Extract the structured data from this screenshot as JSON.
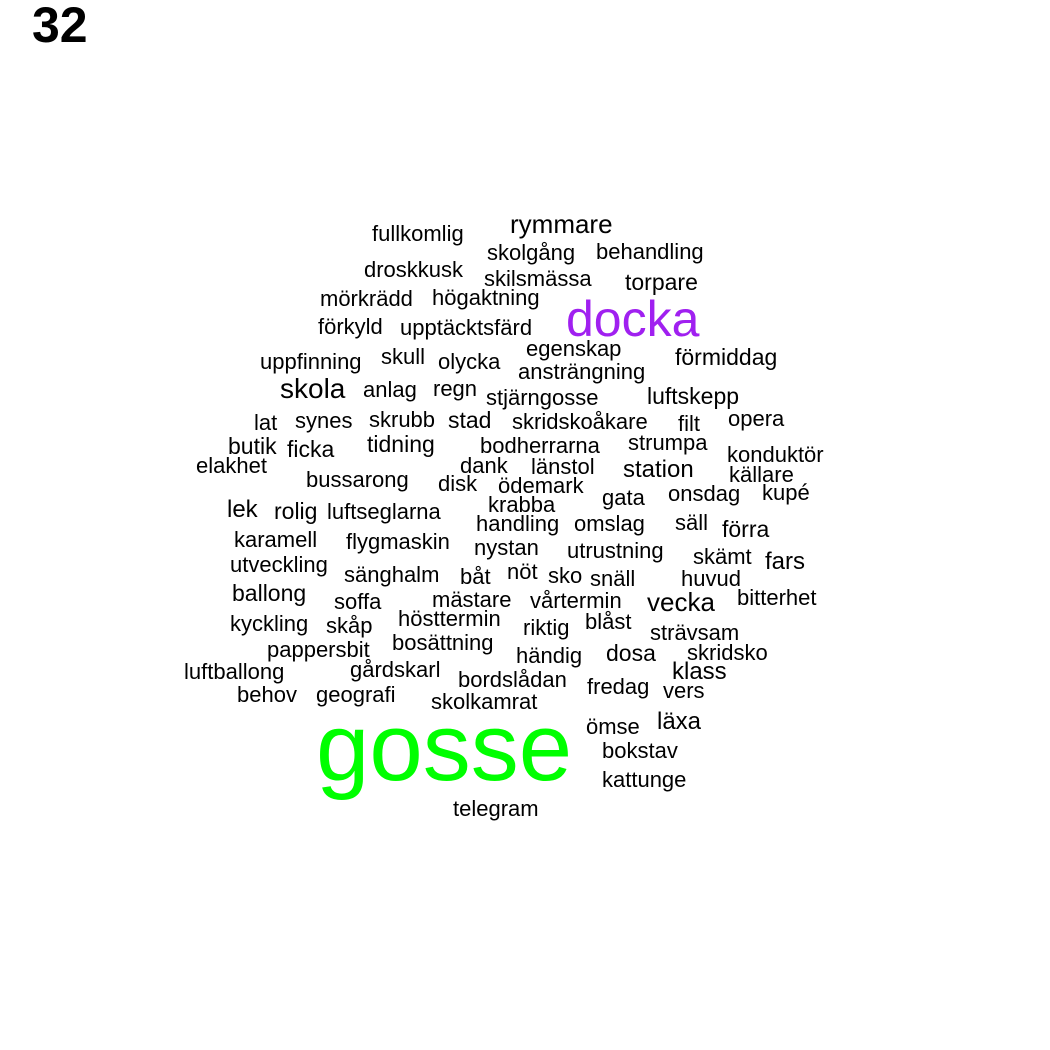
{
  "page_number": "32",
  "colors": {
    "gosse": "#00ff00",
    "docka": "#a020f0",
    "default": "#000000"
  },
  "words": [
    {
      "text": "gosse",
      "size": "largest",
      "color": "#00ff00"
    },
    {
      "text": "docka",
      "size": "large",
      "color": "#a020f0"
    },
    {
      "text": "rymmare",
      "size": "medium"
    },
    {
      "text": "fullkomlig",
      "size": "small"
    },
    {
      "text": "skolgång",
      "size": "small"
    },
    {
      "text": "behandling",
      "size": "small"
    },
    {
      "text": "droskkusk",
      "size": "small"
    },
    {
      "text": "skilsmässa",
      "size": "small"
    },
    {
      "text": "torpare",
      "size": "small"
    },
    {
      "text": "mörkrädd",
      "size": "small"
    },
    {
      "text": "högaktning",
      "size": "small"
    },
    {
      "text": "förkyld",
      "size": "small"
    },
    {
      "text": "upptäcktsfärd",
      "size": "small"
    },
    {
      "text": "egenskap",
      "size": "small"
    },
    {
      "text": "uppfinning",
      "size": "small"
    },
    {
      "text": "skull",
      "size": "small"
    },
    {
      "text": "olycka",
      "size": "small"
    },
    {
      "text": "förmiddag",
      "size": "small"
    },
    {
      "text": "ansträngning",
      "size": "small"
    },
    {
      "text": "skola",
      "size": "medium"
    },
    {
      "text": "anlag",
      "size": "small"
    },
    {
      "text": "regn",
      "size": "small"
    },
    {
      "text": "stjärngosse",
      "size": "small"
    },
    {
      "text": "luftskepp",
      "size": "small"
    },
    {
      "text": "lat",
      "size": "small"
    },
    {
      "text": "synes",
      "size": "small"
    },
    {
      "text": "skrubb",
      "size": "small"
    },
    {
      "text": "stad",
      "size": "small"
    },
    {
      "text": "skridskoåkare",
      "size": "small"
    },
    {
      "text": "filt",
      "size": "small"
    },
    {
      "text": "opera",
      "size": "small"
    },
    {
      "text": "butik",
      "size": "small"
    },
    {
      "text": "ficka",
      "size": "small"
    },
    {
      "text": "tidning",
      "size": "small"
    },
    {
      "text": "bodherrarna",
      "size": "small"
    },
    {
      "text": "strumpa",
      "size": "small"
    },
    {
      "text": "konduktör",
      "size": "small"
    },
    {
      "text": "elakhet",
      "size": "small"
    },
    {
      "text": "dank",
      "size": "small"
    },
    {
      "text": "länstol",
      "size": "small"
    },
    {
      "text": "station",
      "size": "small"
    },
    {
      "text": "källare",
      "size": "small"
    },
    {
      "text": "bussarong",
      "size": "small"
    },
    {
      "text": "disk",
      "size": "small"
    },
    {
      "text": "ödemark",
      "size": "small"
    },
    {
      "text": "gata",
      "size": "small"
    },
    {
      "text": "onsdag",
      "size": "small"
    },
    {
      "text": "kupé",
      "size": "small"
    },
    {
      "text": "lek",
      "size": "small"
    },
    {
      "text": "rolig",
      "size": "small"
    },
    {
      "text": "luftseglarna",
      "size": "small"
    },
    {
      "text": "krabba",
      "size": "small"
    },
    {
      "text": "handling",
      "size": "small"
    },
    {
      "text": "omslag",
      "size": "small"
    },
    {
      "text": "säll",
      "size": "small"
    },
    {
      "text": "förra",
      "size": "small"
    },
    {
      "text": "karamell",
      "size": "small"
    },
    {
      "text": "flygmaskin",
      "size": "small"
    },
    {
      "text": "nystan",
      "size": "small"
    },
    {
      "text": "utrustning",
      "size": "small"
    },
    {
      "text": "skämt",
      "size": "small"
    },
    {
      "text": "fars",
      "size": "small"
    },
    {
      "text": "utveckling",
      "size": "small"
    },
    {
      "text": "sänghalm",
      "size": "small"
    },
    {
      "text": "båt",
      "size": "small"
    },
    {
      "text": "nöt",
      "size": "small"
    },
    {
      "text": "sko",
      "size": "small"
    },
    {
      "text": "snäll",
      "size": "small"
    },
    {
      "text": "huvud",
      "size": "small"
    },
    {
      "text": "ballong",
      "size": "small"
    },
    {
      "text": "soffa",
      "size": "small"
    },
    {
      "text": "mästare",
      "size": "small"
    },
    {
      "text": "vårtermin",
      "size": "small"
    },
    {
      "text": "vecka",
      "size": "small"
    },
    {
      "text": "bitterhet",
      "size": "small"
    },
    {
      "text": "kyckling",
      "size": "small"
    },
    {
      "text": "skåp",
      "size": "small"
    },
    {
      "text": "hösttermin",
      "size": "small"
    },
    {
      "text": "riktig",
      "size": "small"
    },
    {
      "text": "blåst",
      "size": "small"
    },
    {
      "text": "strävsam",
      "size": "small"
    },
    {
      "text": "pappersbit",
      "size": "small"
    },
    {
      "text": "bosättning",
      "size": "small"
    },
    {
      "text": "händig",
      "size": "small"
    },
    {
      "text": "dosa",
      "size": "small"
    },
    {
      "text": "skridsko",
      "size": "small"
    },
    {
      "text": "luftballong",
      "size": "small"
    },
    {
      "text": "gårdskarl",
      "size": "small"
    },
    {
      "text": "bordslådan",
      "size": "small"
    },
    {
      "text": "fredag",
      "size": "small"
    },
    {
      "text": "klass",
      "size": "small"
    },
    {
      "text": "vers",
      "size": "small"
    },
    {
      "text": "behov",
      "size": "small"
    },
    {
      "text": "geografi",
      "size": "small"
    },
    {
      "text": "skolkamrat",
      "size": "small"
    },
    {
      "text": "ömse",
      "size": "small"
    },
    {
      "text": "läxa",
      "size": "small"
    },
    {
      "text": "bokstav",
      "size": "small"
    },
    {
      "text": "kattunge",
      "size": "small"
    },
    {
      "text": "telegram",
      "size": "small"
    }
  ]
}
